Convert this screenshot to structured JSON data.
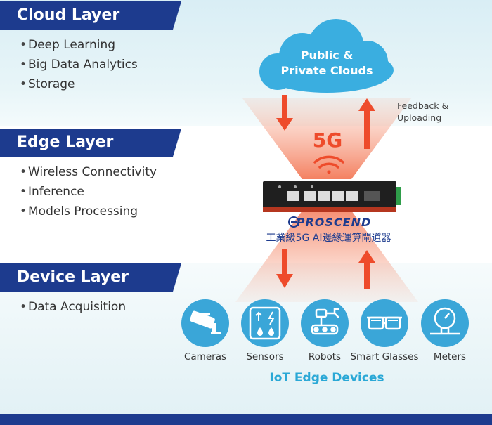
{
  "layers": [
    {
      "title": "Cloud Layer",
      "items": [
        "Deep Learning",
        "Big Data Analytics",
        "Storage"
      ]
    },
    {
      "title": "Edge Layer",
      "items": [
        "Wireless Connectivity",
        "Inference",
        "Models Processing"
      ]
    },
    {
      "title": "Device Layer",
      "items": [
        "Data Acquisition"
      ]
    }
  ],
  "cloud": {
    "line1": "Public &",
    "line2": "Private Clouds"
  },
  "feedback": {
    "line1": "Feedback &",
    "line2": "Uploading"
  },
  "network": "5G",
  "gateway": {
    "brand": "PROSCEND",
    "caption": "工業級5G AI邊緣運算閘道器"
  },
  "devices": [
    {
      "label": "Cameras",
      "icon": "security-camera-icon"
    },
    {
      "label": "Sensors",
      "icon": "sensor-icon"
    },
    {
      "label": "Robots",
      "icon": "robot-icon"
    },
    {
      "label": "Smart Glasses",
      "icon": "smart-glasses-icon"
    },
    {
      "label": "Meters",
      "icon": "meter-gauge-icon"
    }
  ],
  "devices_caption": "IoT Edge Devices",
  "colors": {
    "tab_blue": "#1d3b8e",
    "accent_orange": "#ee4b2b",
    "cloud_blue": "#3aaee0",
    "device_circle": "#3aa6d8",
    "caption_blue": "#2aa8d6"
  }
}
